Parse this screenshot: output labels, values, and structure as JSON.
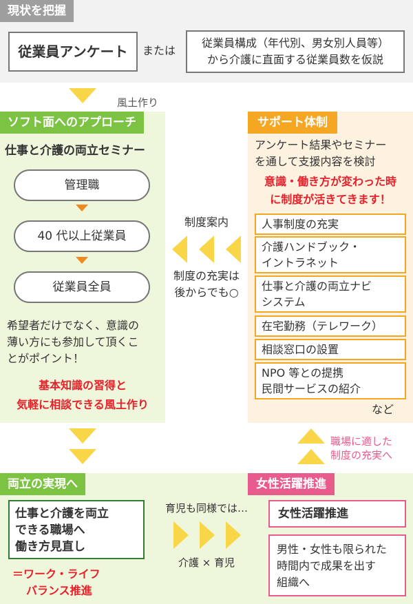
{
  "top": {
    "tag": "現状を把握",
    "survey_box": "従業員アンケート",
    "or_text": "または",
    "hypothesis_lines": [
      "従業員構成（年代別、男女別人員等）",
      "から介護に直面する従業員数を仮説"
    ]
  },
  "culture_label": "風土作り",
  "soft": {
    "tag": "ソフト面へのアプローチ",
    "seminar_title": "仕事と介護の両立セミナー",
    "levels": [
      "管理職",
      "40 代以上従業員",
      "従業員全員"
    ],
    "note_lines": [
      "希望者だけでなく、意識の",
      "薄い方にも参加して頂くこ",
      "とがポイント！"
    ],
    "red_lines": [
      "基本知識の習得と",
      "気軽に相談できる風土作り"
    ]
  },
  "middle": {
    "system_guide": "制度案内",
    "later_lines": [
      "制度の充実は",
      "後からでも○"
    ]
  },
  "support": {
    "tag": "サポート体制",
    "intro_lines": [
      "アンケート結果やセミナー",
      "を通して支援内容を検討"
    ],
    "red_lines": [
      "意識・働き方が変わった時",
      "に制度が活きてきます！"
    ],
    "items": [
      {
        "lines": [
          "人事制度の充実"
        ]
      },
      {
        "lines": [
          "介護ハンドブック・",
          "イントラネット"
        ]
      },
      {
        "lines": [
          "仕事と介護の両立ナビ",
          "システム"
        ]
      },
      {
        "lines": [
          "在宅勤務（テレワーク）"
        ]
      },
      {
        "lines": [
          "相談窓口の設置"
        ]
      },
      {
        "lines": [
          "NPO 等との提携",
          "民間サービスの紹介"
        ]
      }
    ],
    "etc": "など"
  },
  "workplace_note_lines": [
    "職場に適した",
    "制度の充実へ"
  ],
  "balance": {
    "tag": "両立の実現へ",
    "box_lines": [
      "仕事と介護を両立",
      "できる職場へ",
      "働き方見直し"
    ],
    "red_lines": [
      "＝ワーク・ライフ",
      "バランス推進"
    ]
  },
  "childcare": {
    "same_text": "育児も同様では…",
    "combo_text": "介護 × 育児"
  },
  "women": {
    "tag": "女性活躍推進",
    "box_title": "女性活躍推進",
    "box_lines": [
      "男性・女性も限られた",
      "時間内で成果を出す",
      "組織へ"
    ]
  },
  "colors": {
    "green": "#7cc243",
    "light_green": "#eef6dc",
    "orange": "#f5a623",
    "light_orange": "#fdf1e0",
    "yellow_arrow": "#f9d548",
    "pink": "#e85c8d",
    "red": "#e8202a",
    "gray": "#9e9e9e"
  }
}
